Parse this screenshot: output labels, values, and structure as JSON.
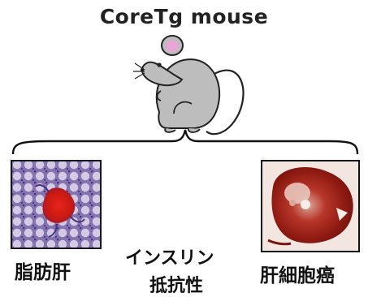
{
  "title": "CoreTg mouse",
  "labels": {
    "left": "脂肪肝",
    "middle_line1": "インスリン",
    "middle_line2": "抵抗性",
    "right": "肝細胞癌"
  },
  "icons": {
    "mouse": "mouse-illustration",
    "left_image": "liver-histology-image",
    "right_image": "liver-tumor-image"
  }
}
